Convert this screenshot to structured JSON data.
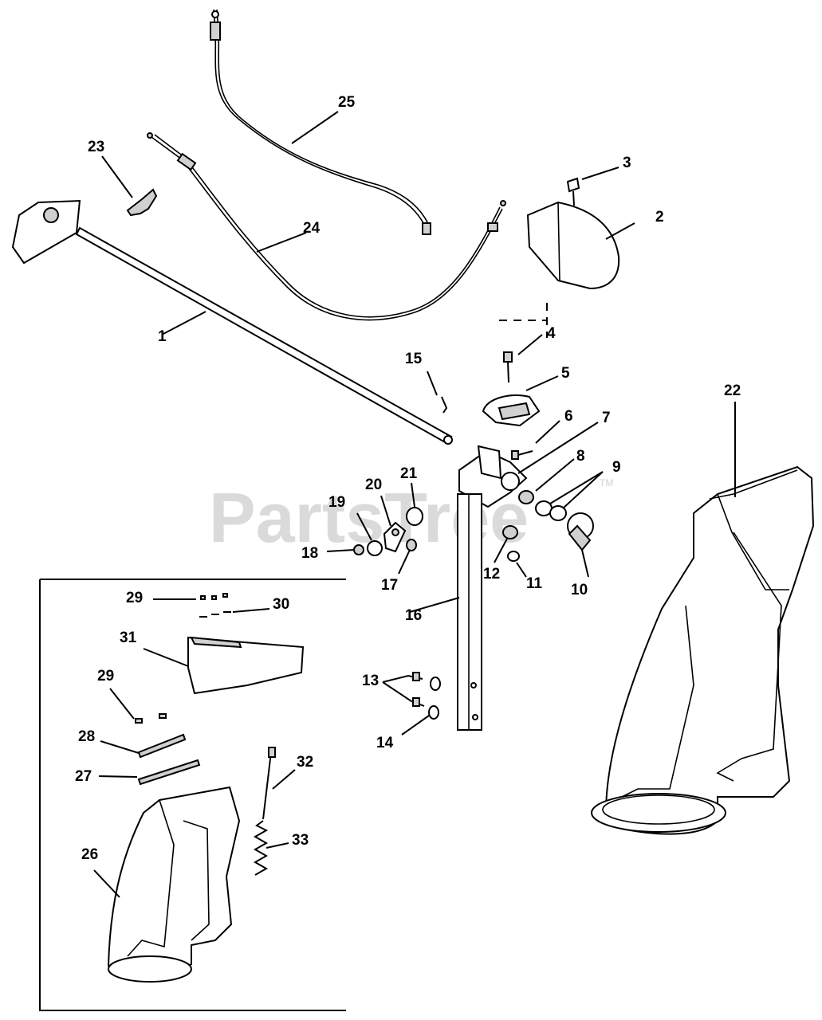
{
  "watermark": {
    "text": "PartsTree",
    "trademark": "TM"
  },
  "callouts": [
    {
      "id": "c1",
      "label": "1"
    },
    {
      "id": "c2",
      "label": "2"
    },
    {
      "id": "c3",
      "label": "3"
    },
    {
      "id": "c4",
      "label": "4"
    },
    {
      "id": "c5",
      "label": "5"
    },
    {
      "id": "c6",
      "label": "6"
    },
    {
      "id": "c7",
      "label": "7"
    },
    {
      "id": "c8",
      "label": "8"
    },
    {
      "id": "c9",
      "label": "9"
    },
    {
      "id": "c10",
      "label": "10"
    },
    {
      "id": "c11",
      "label": "11"
    },
    {
      "id": "c12",
      "label": "12"
    },
    {
      "id": "c13",
      "label": "13"
    },
    {
      "id": "c14",
      "label": "14"
    },
    {
      "id": "c15",
      "label": "15"
    },
    {
      "id": "c16",
      "label": "16"
    },
    {
      "id": "c17",
      "label": "17"
    },
    {
      "id": "c18",
      "label": "18"
    },
    {
      "id": "c19",
      "label": "19"
    },
    {
      "id": "c20",
      "label": "20"
    },
    {
      "id": "c21",
      "label": "21"
    },
    {
      "id": "c22",
      "label": "22"
    },
    {
      "id": "c23",
      "label": "23"
    },
    {
      "id": "c24",
      "label": "24"
    },
    {
      "id": "c25",
      "label": "25"
    },
    {
      "id": "c26",
      "label": "26"
    },
    {
      "id": "c27",
      "label": "27"
    },
    {
      "id": "c28",
      "label": "28"
    },
    {
      "id": "c29a",
      "label": "29"
    },
    {
      "id": "c29b",
      "label": "29"
    },
    {
      "id": "c30",
      "label": "30"
    },
    {
      "id": "c31",
      "label": "31"
    },
    {
      "id": "c32",
      "label": "32"
    },
    {
      "id": "c33",
      "label": "33"
    }
  ]
}
